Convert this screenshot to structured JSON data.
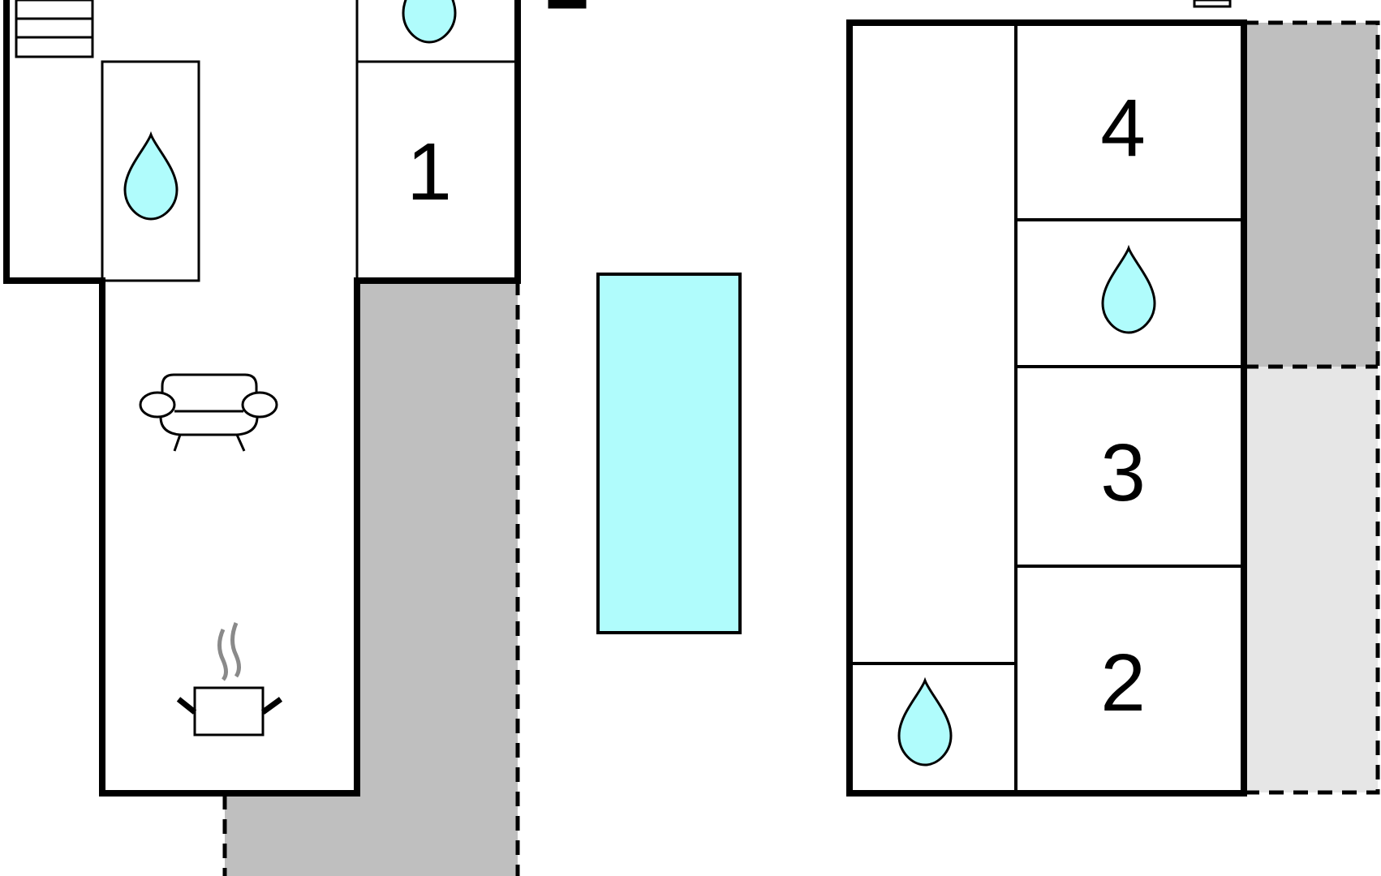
{
  "colors": {
    "wall": "#000000",
    "terrace": "#bfbfbf",
    "lawn": "#e6e6e6",
    "water": "#b0fcfc",
    "background": "#ffffff",
    "steam": "#8a8a8a"
  },
  "rooms": {
    "room_1": "1",
    "room_2": "2",
    "room_3": "3",
    "room_4": "4"
  },
  "icons": {
    "bathroom": "water-drop-icon",
    "living_room": "sofa-icon",
    "kitchen": "cooking-pot-icon",
    "pool": "swimming-pool",
    "stairs": "stairs-icon"
  }
}
